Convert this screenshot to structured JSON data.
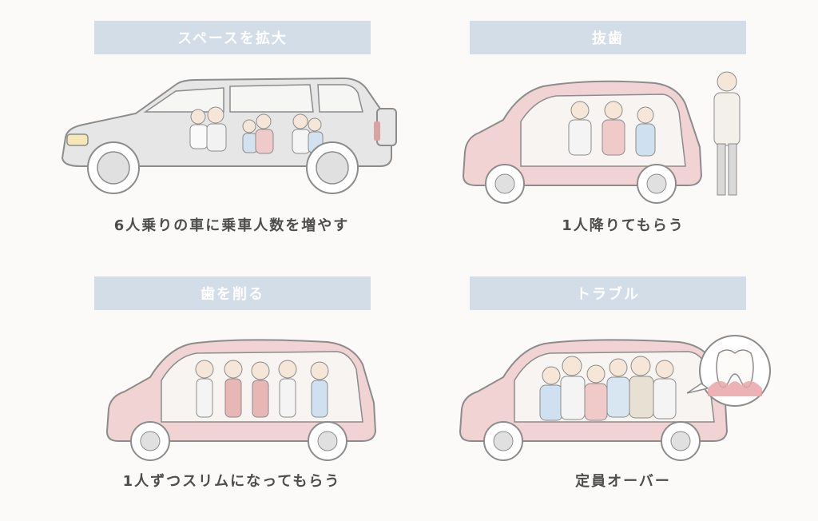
{
  "panels": [
    {
      "header": "スペースを拡大",
      "caption": "6人乗りの車に乗車人数を増やす"
    },
    {
      "header": "抜歯",
      "caption": "1人降りてもらう"
    },
    {
      "header": "歯を削る",
      "caption": "1人ずつスリムになってもらう"
    },
    {
      "header": "トラブル",
      "caption": "定員オーバー"
    }
  ],
  "colors": {
    "header_bg": "#d3dde8",
    "header_text": "#ffffff",
    "suv_body": "#e6e6e6",
    "compact_car_body": "#f1d3d4"
  }
}
